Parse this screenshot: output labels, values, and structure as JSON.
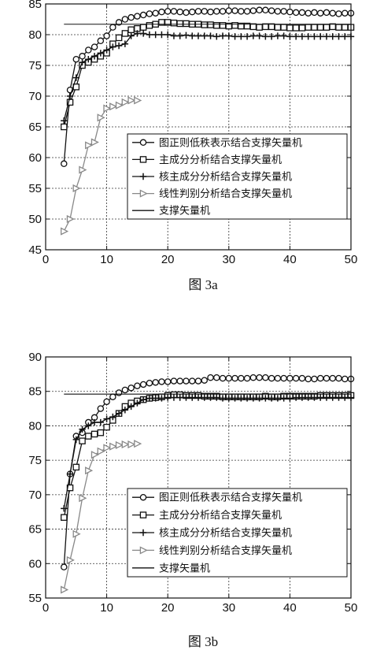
{
  "chart_data": [
    {
      "type": "line",
      "caption": "图 3a",
      "xlim": [
        0,
        50
      ],
      "ylim": [
        45,
        85
      ],
      "xticks": [
        "0",
        "10",
        "20",
        "30",
        "40",
        "50"
      ],
      "yticks": [
        "45",
        "50",
        "55",
        "60",
        "65",
        "70",
        "75",
        "80",
        "85"
      ],
      "grid": true,
      "legend_position": "center-right",
      "series": [
        {
          "name": "图正则低秩表示结合支撑矢量机",
          "marker": "circle",
          "color": "#111111",
          "x": [
            3,
            4,
            5,
            6,
            7,
            8,
            9,
            10,
            11,
            12,
            13,
            14,
            15,
            16,
            17,
            18,
            19,
            20,
            21,
            22,
            23,
            24,
            25,
            26,
            27,
            28,
            29,
            30,
            31,
            32,
            33,
            34,
            35,
            36,
            37,
            38,
            39,
            40,
            41,
            42,
            43,
            44,
            45,
            46,
            47,
            48,
            49,
            50
          ],
          "y": [
            59,
            71,
            76,
            76.5,
            77.5,
            78,
            79,
            79.8,
            81.2,
            82,
            82.5,
            82.8,
            83,
            83.2,
            83.4,
            83.5,
            83.7,
            83.8,
            83.8,
            83.7,
            83.6,
            83.7,
            83.8,
            83.8,
            83.7,
            83.8,
            83.8,
            83.9,
            83.9,
            83.8,
            83.8,
            83.9,
            84,
            84,
            83.9,
            83.8,
            83.8,
            83.7,
            83.6,
            83.6,
            83.5,
            83.6,
            83.5,
            83.6,
            83.5,
            83.4,
            83.5,
            83.5
          ]
        },
        {
          "name": "主成分分析结合支撑矢量机",
          "marker": "square",
          "color": "#111111",
          "x": [
            3,
            4,
            5,
            6,
            7,
            8,
            9,
            10,
            11,
            12,
            13,
            14,
            15,
            16,
            17,
            18,
            19,
            20,
            21,
            22,
            23,
            24,
            25,
            26,
            27,
            28,
            29,
            30,
            31,
            32,
            33,
            34,
            35,
            36,
            37,
            38,
            39,
            40,
            41,
            42,
            43,
            44,
            45,
            46,
            47,
            48,
            49,
            50
          ],
          "y": [
            65,
            69,
            71.5,
            75,
            75.5,
            76,
            76.5,
            77,
            78.5,
            79.5,
            80.2,
            80.8,
            81,
            81.2,
            81.5,
            81.7,
            82,
            82,
            81.9,
            81.8,
            81.8,
            81.7,
            81.7,
            81.6,
            81.6,
            81.5,
            81.5,
            81.4,
            81.5,
            81.4,
            81.4,
            81.3,
            81.2,
            81.3,
            81.3,
            81.2,
            81.2,
            81.1,
            81.1,
            81.1,
            81.2,
            81.2,
            81.2,
            81.2,
            81.3,
            81.2,
            81.2,
            81.2
          ]
        },
        {
          "name": "核主成分分析结合支撑矢量机",
          "marker": "plus",
          "color": "#111111",
          "x": [
            3,
            4,
            5,
            6,
            7,
            8,
            9,
            10,
            11,
            12,
            13,
            14,
            15,
            16,
            17,
            18,
            19,
            20,
            21,
            22,
            23,
            24,
            25,
            26,
            27,
            28,
            29,
            30,
            31,
            32,
            33,
            34,
            35,
            36,
            37,
            38,
            39,
            40,
            41,
            42,
            43,
            44,
            45,
            46,
            47,
            48,
            49,
            50
          ],
          "y": [
            66,
            70,
            73,
            75.5,
            76,
            76.5,
            77,
            77.5,
            78,
            78.2,
            78.5,
            79.8,
            80.2,
            80.2,
            80,
            80,
            80,
            80,
            79.8,
            79.8,
            79.9,
            79.8,
            79.8,
            79.8,
            79.8,
            79.7,
            79.8,
            79.8,
            79.7,
            79.7,
            79.7,
            79.8,
            79.8,
            79.7,
            79.7,
            79.8,
            79.8,
            79.7,
            79.7,
            79.7,
            79.7,
            79.7,
            79.7,
            79.7,
            79.7,
            79.7,
            79.7,
            79.7
          ]
        },
        {
          "name": "线性判别分析结合支撑矢量机",
          "marker": "triangle-right",
          "color": "#888888",
          "x": [
            3,
            4,
            5,
            6,
            7,
            8,
            9,
            10,
            11,
            12,
            13,
            14,
            15
          ],
          "y": [
            48,
            50,
            55,
            58,
            62,
            62.5,
            66.5,
            68,
            68.3,
            68.5,
            69,
            69.3,
            69.3
          ]
        },
        {
          "name": "支撑矢量机",
          "marker": "none",
          "color": "#111111",
          "x": [
            3,
            50
          ],
          "y": [
            81.7,
            81.7
          ]
        }
      ]
    },
    {
      "type": "line",
      "caption": "图 3b",
      "xlim": [
        0,
        50
      ],
      "ylim": [
        55,
        90
      ],
      "xticks": [
        "0",
        "10",
        "20",
        "30",
        "40",
        "50"
      ],
      "yticks": [
        "55",
        "60",
        "65",
        "70",
        "75",
        "80",
        "85",
        "90"
      ],
      "grid": true,
      "legend_position": "center-right",
      "series": [
        {
          "name": "图正则低秩表示结合支撑矢量机",
          "marker": "circle",
          "color": "#111111",
          "x": [
            3,
            4,
            5,
            6,
            7,
            8,
            9,
            10,
            11,
            12,
            13,
            14,
            15,
            16,
            17,
            18,
            19,
            20,
            21,
            22,
            23,
            24,
            25,
            26,
            27,
            28,
            29,
            30,
            31,
            32,
            33,
            34,
            35,
            36,
            37,
            38,
            39,
            40,
            41,
            42,
            43,
            44,
            45,
            46,
            47,
            48,
            49,
            50
          ],
          "y": [
            59.5,
            73,
            78.5,
            79,
            80.5,
            81.2,
            82.5,
            83.5,
            84.2,
            84.8,
            85.2,
            85.5,
            85.8,
            86,
            86.2,
            86.3,
            86.4,
            86.4,
            86.5,
            86.5,
            86.5,
            86.5,
            86.5,
            86.6,
            87,
            87,
            86.9,
            86.9,
            86.9,
            86.9,
            86.9,
            87,
            87,
            87,
            86.9,
            86.9,
            86.9,
            86.9,
            86.9,
            86.9,
            86.8,
            86.8,
            86.9,
            86.9,
            86.9,
            86.9,
            86.8,
            86.8
          ]
        },
        {
          "name": "主成分分析结合支撑矢量机",
          "marker": "square",
          "color": "#111111",
          "x": [
            3,
            4,
            5,
            6,
            7,
            8,
            9,
            10,
            11,
            12,
            13,
            14,
            15,
            16,
            17,
            18,
            19,
            20,
            21,
            22,
            23,
            24,
            25,
            26,
            27,
            28,
            29,
            30,
            31,
            32,
            33,
            34,
            35,
            36,
            37,
            38,
            39,
            40,
            41,
            42,
            43,
            44,
            45,
            46,
            47,
            48,
            49,
            50
          ],
          "y": [
            66.7,
            71,
            74,
            77.8,
            78.5,
            78.8,
            79,
            79.8,
            80.8,
            81.8,
            82.8,
            83.3,
            83.6,
            83.8,
            84,
            84.1,
            84.2,
            84.4,
            84.5,
            84.5,
            84.4,
            84.4,
            84.4,
            84.3,
            84.3,
            84.3,
            84.2,
            84.2,
            84.2,
            84.2,
            84.2,
            84.2,
            84.2,
            84.3,
            84.2,
            84.2,
            84.3,
            84.3,
            84.3,
            84.3,
            84.3,
            84.3,
            84.4,
            84.4,
            84.4,
            84.4,
            84.4,
            84.4
          ]
        },
        {
          "name": "核主成分分析结合支撑矢量机",
          "marker": "plus",
          "color": "#111111",
          "x": [
            3,
            4,
            5,
            6,
            7,
            8,
            9,
            10,
            11,
            12,
            13,
            14,
            15,
            16,
            17,
            18,
            19,
            20,
            21,
            22,
            23,
            24,
            25,
            26,
            27,
            28,
            29,
            30,
            31,
            32,
            33,
            34,
            35,
            36,
            37,
            38,
            39,
            40,
            41,
            42,
            43,
            44,
            45,
            46,
            47,
            48,
            49,
            50
          ],
          "y": [
            68,
            73,
            78,
            79.5,
            80,
            80.5,
            80.5,
            81,
            81.3,
            81.8,
            82.3,
            82.8,
            83.3,
            83.8,
            84,
            84,
            84,
            84.1,
            84.1,
            84.1,
            84.1,
            84.1,
            84.1,
            84.1,
            84.1,
            84.1,
            84,
            84,
            84,
            84,
            84,
            84,
            84,
            84,
            84,
            84,
            84,
            84,
            84.1,
            84.1,
            84.1,
            84.1,
            84.1,
            84.1,
            84.1,
            84.1,
            84.1,
            84.1
          ]
        },
        {
          "name": "线性判别分析结合支撑矢量机",
          "marker": "triangle-right",
          "color": "#888888",
          "x": [
            3,
            4,
            5,
            6,
            7,
            8,
            9,
            10,
            11,
            12,
            13,
            14,
            15
          ],
          "y": [
            56.2,
            60.5,
            64.3,
            69.5,
            73.5,
            75.8,
            76.3,
            76.8,
            77,
            77.2,
            77.3,
            77.3,
            77.4
          ]
        },
        {
          "name": "支撑矢量机",
          "marker": "none",
          "color": "#111111",
          "x": [
            3,
            50
          ],
          "y": [
            84.6,
            84.6
          ]
        }
      ]
    }
  ]
}
